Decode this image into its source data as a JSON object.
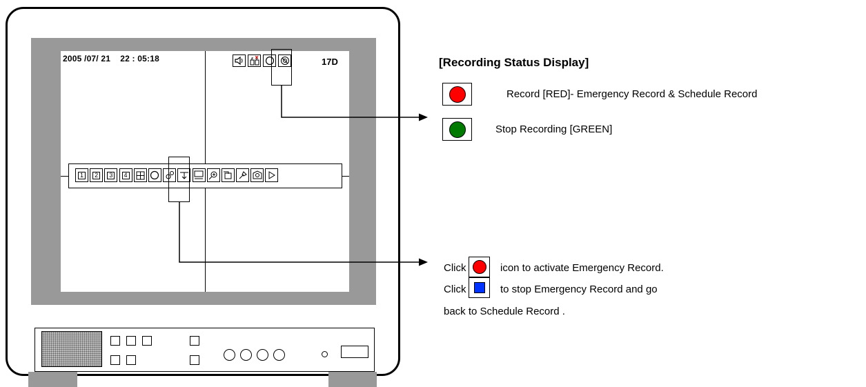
{
  "dvr_screen": {
    "datetime": "2005 /07/ 21    22 : 05:18",
    "channel_label": "17D",
    "toolbar_numbers": [
      "1",
      "2",
      "3",
      "4"
    ]
  },
  "legend": {
    "title": "[Recording Status Display]",
    "record_label": "Record [RED]- Emergency Record & Schedule Record",
    "stop_label": "Stop Recording [GREEN]"
  },
  "instructions": {
    "click_prefix_1": "Click",
    "activate_text": "icon to activate Emergency Record.",
    "click_prefix_2": "Click",
    "stop_text": "to stop Emergency Record and go",
    "back_text": "back to Schedule Record ."
  },
  "colors": {
    "record_red": "#ff0000",
    "stop_green": "#007a00",
    "stop_blue": "#0033ff",
    "bezel_gray": "#999999"
  },
  "icons": [
    "speaker-icon",
    "lock-icon",
    "record-circle-icon",
    "target-icon",
    "split-screen-icon",
    "settings-icon",
    "zoom-icon",
    "play-icon"
  ]
}
